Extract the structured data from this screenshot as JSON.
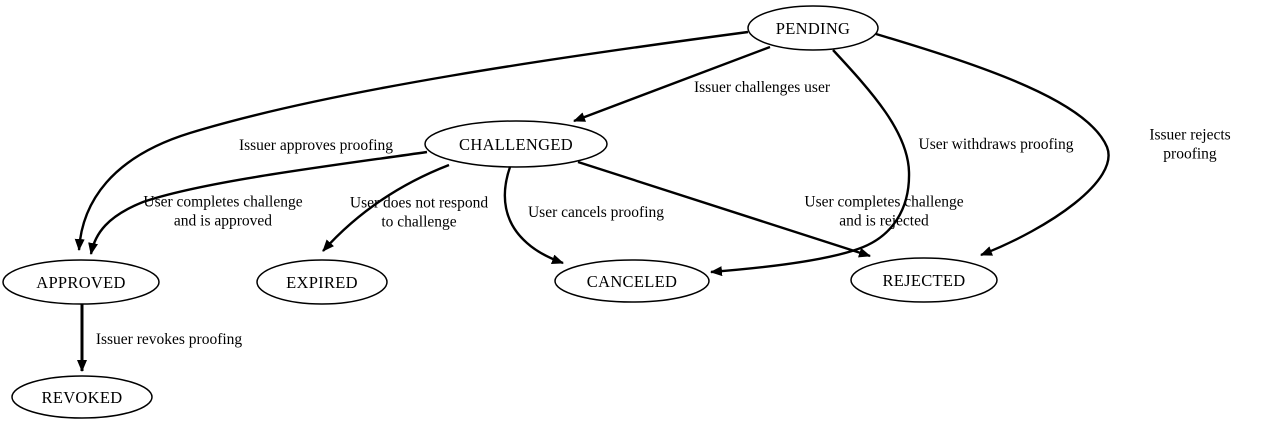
{
  "diagram": {
    "title": "proofing-state-diagram",
    "colors": {
      "background": "#ffffff",
      "stroke": "#000000",
      "text": "#000000",
      "node_fill": "#ffffff"
    },
    "nodes": {
      "pending": {
        "label": "PENDING"
      },
      "challenged": {
        "label": "CHALLENGED"
      },
      "approved": {
        "label": "APPROVED"
      },
      "expired": {
        "label": "EXPIRED"
      },
      "canceled": {
        "label": "CANCELED"
      },
      "rejected": {
        "label": "REJECTED"
      },
      "revoked": {
        "label": "REVOKED"
      }
    },
    "edges": {
      "pending_challenged": {
        "from": "PENDING",
        "to": "CHALLENGED",
        "label": "Issuer challenges user"
      },
      "pending_approved": {
        "from": "PENDING",
        "to": "APPROVED",
        "label": "Issuer approves proofing"
      },
      "pending_canceled": {
        "from": "PENDING",
        "to": "CANCELED",
        "label": "User withdraws proofing"
      },
      "pending_rejected": {
        "from": "PENDING",
        "to": "REJECTED",
        "label": "Issuer rejects proofing"
      },
      "challenged_approved": {
        "from": "CHALLENGED",
        "to": "APPROVED",
        "label": "User completes challenge\nand is approved"
      },
      "challenged_expired": {
        "from": "CHALLENGED",
        "to": "EXPIRED",
        "label": "User does not respond\nto challenge"
      },
      "challenged_canceled": {
        "from": "CHALLENGED",
        "to": "CANCELED",
        "label": "User cancels proofing"
      },
      "challenged_rejected": {
        "from": "CHALLENGED",
        "to": "REJECTED",
        "label": "User completes challenge\nand is rejected"
      },
      "approved_revoked": {
        "from": "APPROVED",
        "to": "REVOKED",
        "label": "Issuer revokes proofing"
      }
    }
  }
}
